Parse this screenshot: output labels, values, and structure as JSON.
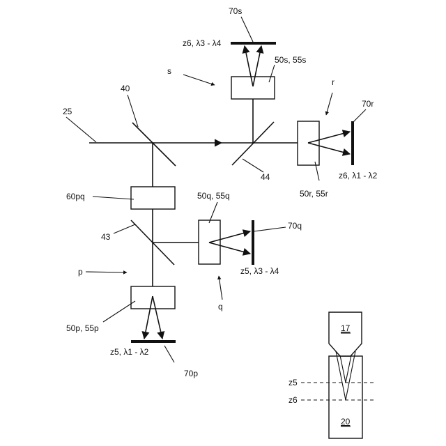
{
  "labels": {
    "l25": "25",
    "l40": "40",
    "l70s": "70s",
    "z6_l3_l4": "z6, λ3 - λ4",
    "l50s_55s": "50s, 55s",
    "s": "s",
    "r": "r",
    "l70r": "70r",
    "l44": "44",
    "z6_l1_l2": "z6, λ1 - λ2",
    "l50r_55r": "50r, 55r",
    "l60pq": "60pq",
    "l50q_55q": "50q, 55q",
    "l70q": "70q",
    "l43": "43",
    "z5_l3_l4": "z5, λ3 - λ4",
    "p": "p",
    "q": "q",
    "l50p_55p": "50p, 55p",
    "z5_l1_l2": "z5, λ1 - λ2",
    "l70p": "70p",
    "z5": "z5",
    "z6": "z6",
    "l17": "17",
    "l20": "20"
  }
}
